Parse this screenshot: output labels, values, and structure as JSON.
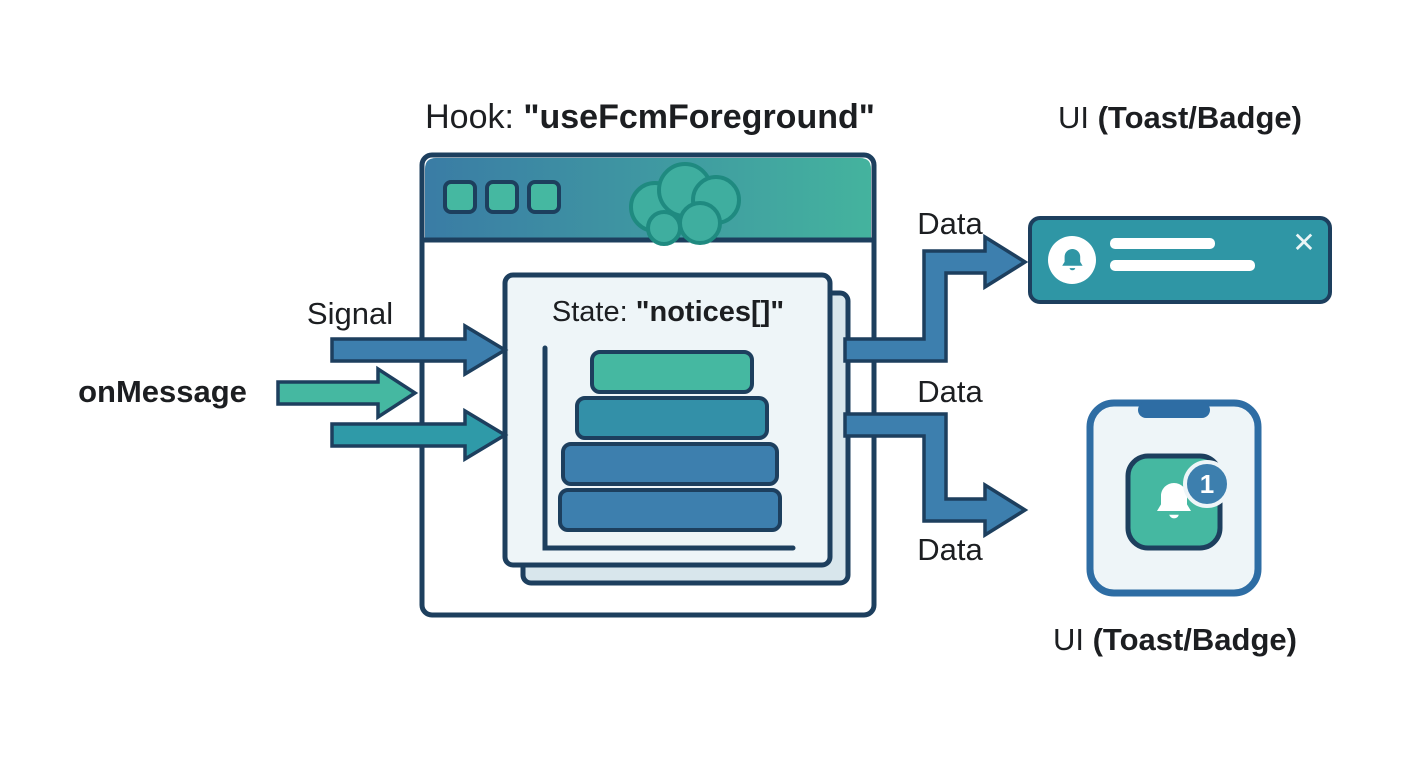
{
  "title": {
    "prefix": "Hook: ",
    "name": "\"useFcmForeground\""
  },
  "ui_labels": {
    "top": {
      "prefix": "UI ",
      "emphasis": "(Toast/Badge)"
    },
    "bottom": {
      "prefix": "UI ",
      "emphasis": "(Toast/Badge)"
    }
  },
  "inputs": {
    "signal": "Signal",
    "on_message": "onMessage"
  },
  "outputs": {
    "data_top": "Data",
    "data_middle": "Data",
    "data_bottom": "Data"
  },
  "hook_window": {
    "state_label": {
      "prefix": "State: ",
      "name": "\"notices[]\""
    }
  },
  "toast": {
    "close_glyph": "✕"
  },
  "phone": {
    "badge_count": "1"
  },
  "icons": {
    "window_buttons": "window-control-squares",
    "brain": "brain-icon",
    "toast_bell": "bell-icon",
    "phone_bell": "bell-icon"
  },
  "colors": {
    "outline": "#1d3f5e",
    "blue": "#3d7fae",
    "teal": "#45b8a1",
    "teal_blue": "#2f96a5",
    "panel_light": "#eef5f8",
    "header_gradient_start": "#3a7ca5",
    "header_gradient_end": "#44b39e",
    "phone_border": "#2e6da4",
    "text": "#1c1e21"
  }
}
